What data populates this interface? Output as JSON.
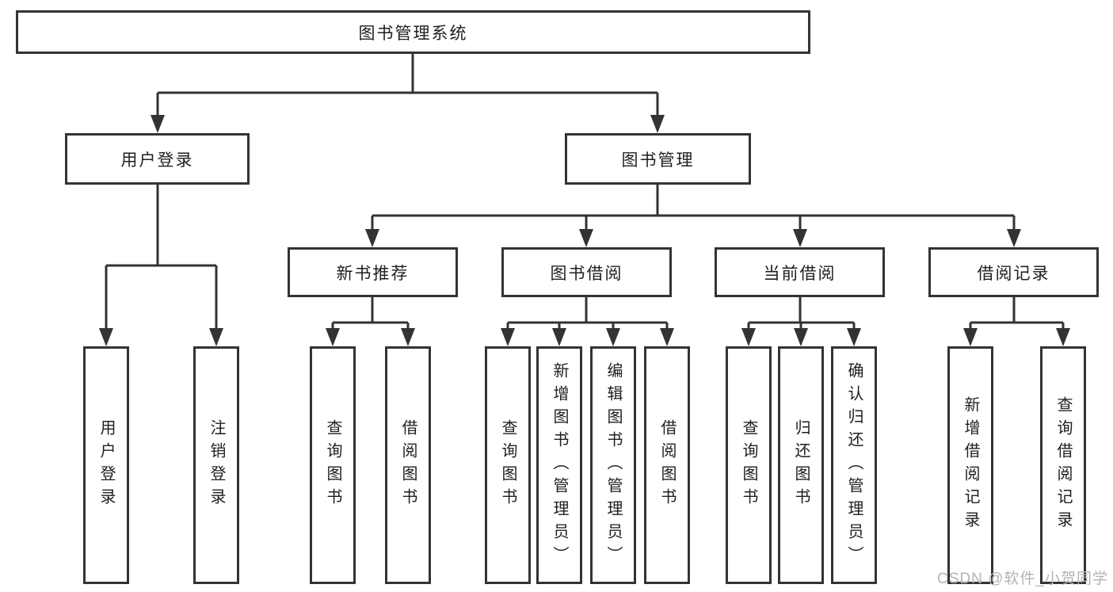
{
  "tree": {
    "root": {
      "label": "图书管理系统",
      "children": [
        {
          "label": "用户登录",
          "children": [
            {
              "label": "用户登录"
            },
            {
              "label": "注销登录"
            }
          ]
        },
        {
          "label": "图书管理",
          "children": [
            {
              "label": "新书推荐",
              "children": [
                {
                  "label": "查询图书"
                },
                {
                  "label": "借阅图书"
                }
              ]
            },
            {
              "label": "图书借阅",
              "children": [
                {
                  "label": "查询图书"
                },
                {
                  "label": "新增图书（管理员）"
                },
                {
                  "label": "编辑图书（管理员）"
                },
                {
                  "label": "借阅图书"
                }
              ]
            },
            {
              "label": "当前借阅",
              "children": [
                {
                  "label": "查询图书"
                },
                {
                  "label": "归还图书"
                },
                {
                  "label": "确认归还（管理员）"
                }
              ]
            },
            {
              "label": "借阅记录",
              "children": [
                {
                  "label": "新增借阅记录"
                },
                {
                  "label": "查询借阅记录"
                }
              ]
            }
          ]
        }
      ]
    }
  },
  "watermark": {
    "text": "CSDN @软件_小贺同学"
  },
  "colors": {
    "line": "#333333",
    "box_border": "#333333",
    "text": "#1f1f1f",
    "watermark": "#b3b3b3",
    "background": "#ffffff"
  }
}
